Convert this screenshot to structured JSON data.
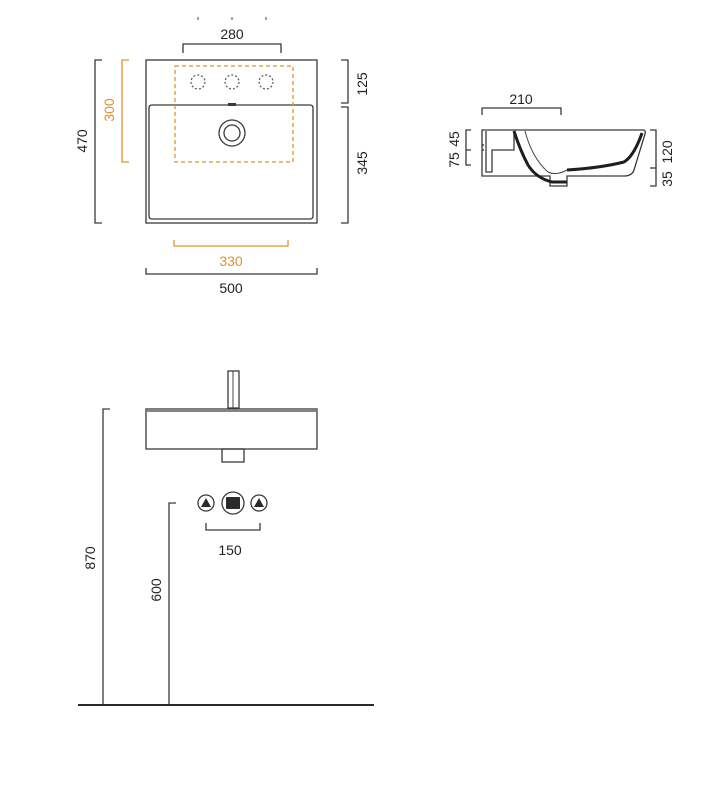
{
  "colors": {
    "line": "#3a3a3a",
    "accent": "#e0912f",
    "text": "#222222"
  },
  "top_view": {
    "tap_spacing": "280",
    "inner_depth": "300",
    "overall_depth": "470",
    "back_ledge": "125",
    "front_depth": "345",
    "inner_width": "330",
    "overall_width": "500"
  },
  "side_view": {
    "basin_depth": "210",
    "rim_height": "45",
    "outer_height": "75",
    "total_height": "120",
    "drain_height": "35"
  },
  "installation_view": {
    "valve_spacing": "150",
    "supply_height": "600",
    "rim_height": "870"
  }
}
